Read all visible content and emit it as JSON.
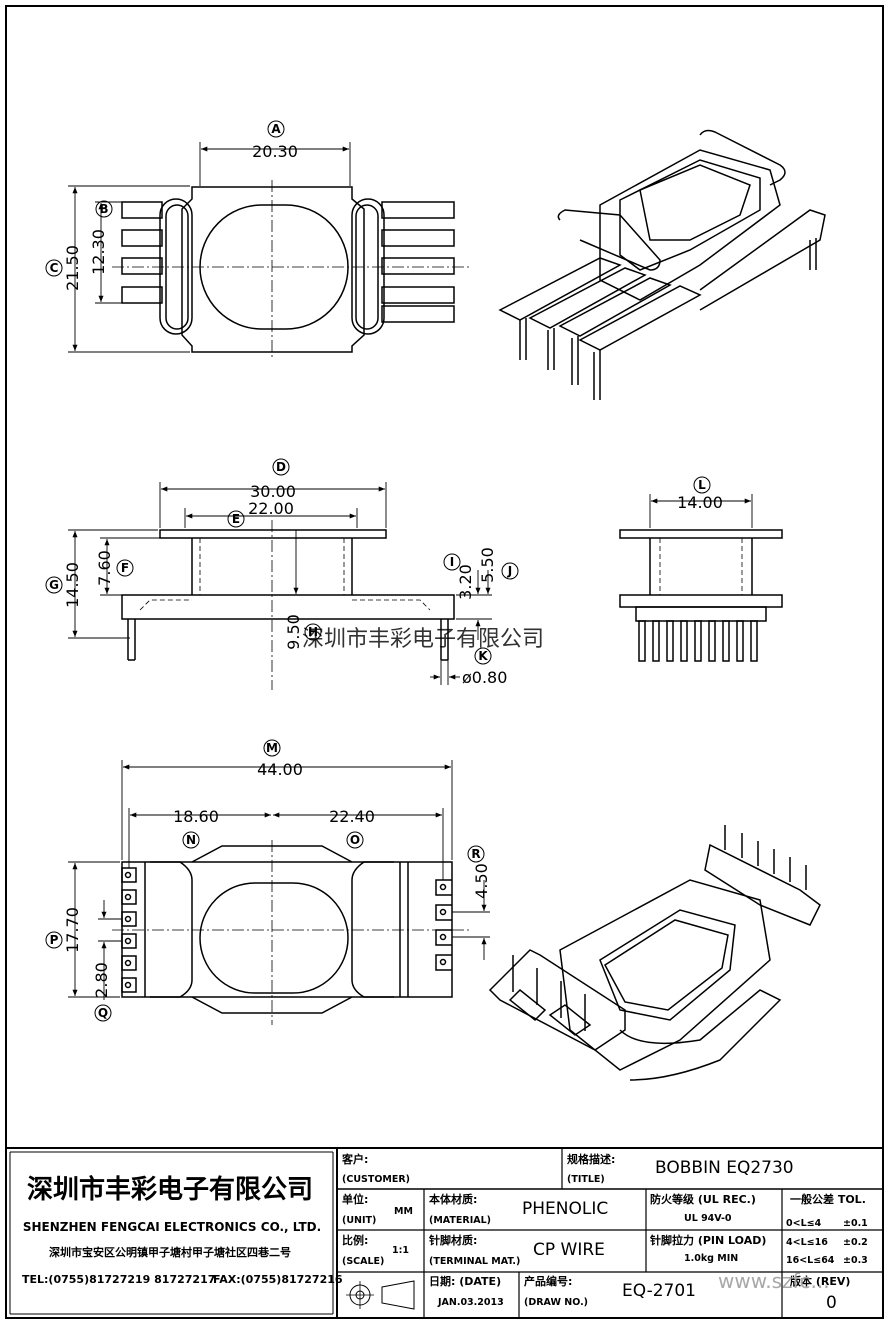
{
  "watermark": "深圳市丰彩电子有限公司",
  "site_watermark": "www.szfc...",
  "callouts": {
    "A": "A",
    "B": "B",
    "C": "C",
    "D": "D",
    "E": "E",
    "F": "F",
    "G": "G",
    "H": "H",
    "I": "I",
    "J": "J",
    "K": "K",
    "L": "L",
    "M": "M",
    "N": "N",
    "O": "O",
    "P": "P",
    "Q": "Q",
    "R": "R"
  },
  "dimensions": {
    "a": "20.30",
    "c": "21.50",
    "b": "12.30",
    "d": "30.00",
    "e": "22.00",
    "g": "14.50",
    "f": "7.60",
    "h": "9.50",
    "i": "3.20",
    "j": "5.50",
    "k": "ø0.80",
    "l": "14.00",
    "m": "44.00",
    "n": "18.60",
    "o": "22.40",
    "r": "4.50",
    "p": "17.70",
    "q": "2.80"
  },
  "title_block": {
    "company_cn": "深圳市丰彩电子有限公司",
    "company_en": "SHENZHEN FENGCAI ELECTRONICS CO., LTD.",
    "address": "深圳市宝安区公明镇甲子塘村甲子塘社区四巷二号",
    "tel": "TEL:(0755)81727219  81727217",
    "fax": "FAX:(0755)81727216",
    "customer_cn": "客户:",
    "customer_en": "(CUSTOMER)",
    "title_cn": "规格描述:",
    "title_en": "(TITLE)",
    "title_value": "BOBBIN EQ2730",
    "unit_cn": "单位:",
    "unit_en": "(UNIT)",
    "unit_value": "MM",
    "material_cn": "本体材质:",
    "material_en": "(MATERIAL)",
    "material_value": "PHENOLIC",
    "ul_cn": "防火等级 (UL REC.)",
    "ul_value": "UL 94V-0",
    "tol_cn": "一般公差 TOL.",
    "tol_rows": [
      {
        "range": "0<L≤4",
        "tol": "±0.1"
      },
      {
        "range": "4<L≤16",
        "tol": "±0.2"
      },
      {
        "range": "16<L≤64",
        "tol": "±0.3"
      }
    ],
    "scale_cn": "比例:",
    "scale_en": "(SCALE)",
    "scale_value": "1:1",
    "terminal_cn": "针脚材质:",
    "terminal_en": "(TERMINAL MAT.)",
    "terminal_value": "CP WIRE",
    "pin_cn": "针脚拉力 (PIN LOAD)",
    "pin_value": "1.0kg MIN",
    "date_cn": "日期:  (DATE)",
    "date_value": "JAN.03.2013",
    "drawno_cn": "产品编号:",
    "drawno_en": "(DRAW NO.)",
    "drawno_value": "EQ-2701",
    "rev_cn": "版本 (REV)",
    "rev_value": "0"
  }
}
